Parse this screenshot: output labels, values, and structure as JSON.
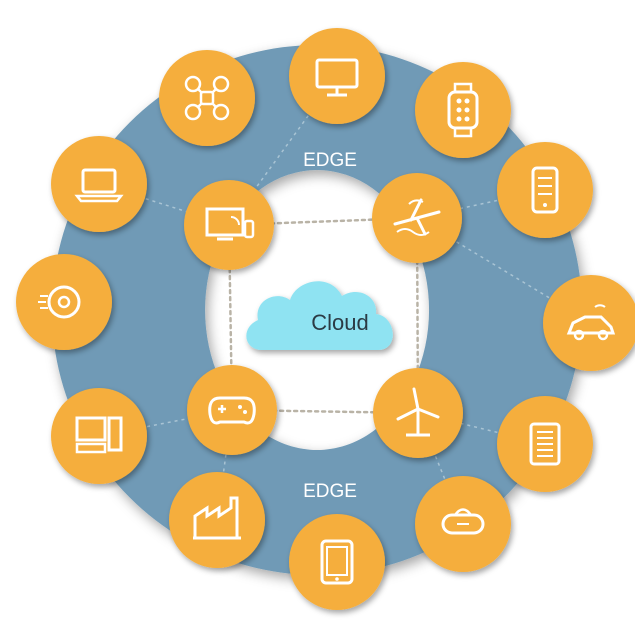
{
  "labels": {
    "center": "Cloud",
    "edge_top": "EDGE",
    "edge_bottom": "EDGE"
  },
  "colors": {
    "ring": "#6f9ab6",
    "node": "#f5ae3c",
    "node_shadow": "#c98420",
    "icon": "#ffffff",
    "cloud": "#8fe3f2",
    "connector": "#9a8a70"
  },
  "nodes": {
    "outer": [
      {
        "icon": "monitor-icon"
      },
      {
        "icon": "smartwatch-icon"
      },
      {
        "icon": "smartphone-icon"
      },
      {
        "icon": "connected-car-icon"
      },
      {
        "icon": "e-reader-icon"
      },
      {
        "icon": "vr-headset-icon"
      },
      {
        "icon": "tablet-icon"
      },
      {
        "icon": "factory-icon"
      },
      {
        "icon": "desktop-computer-icon"
      },
      {
        "icon": "robot-vacuum-icon"
      },
      {
        "icon": "laptop-icon"
      },
      {
        "icon": "drone-icon"
      }
    ],
    "inner": [
      {
        "icon": "smart-tv-icon"
      },
      {
        "icon": "airplane-icon"
      },
      {
        "icon": "wind-turbine-icon"
      },
      {
        "icon": "gamepad-icon"
      }
    ]
  }
}
